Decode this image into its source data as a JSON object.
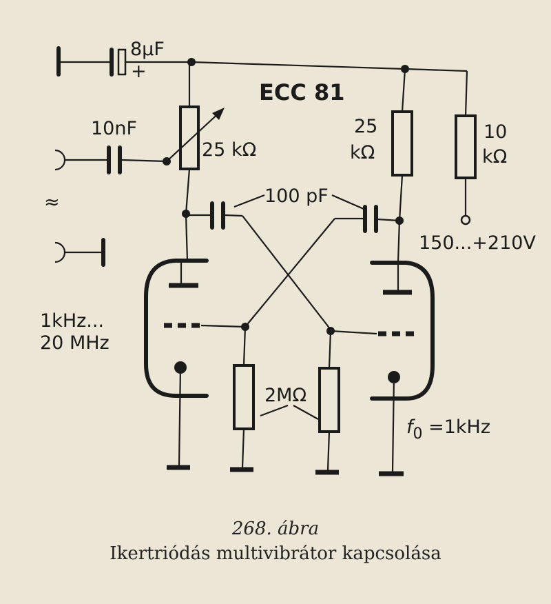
{
  "diagram": {
    "tube_type": "ECC 81",
    "coupling_cap": "8µF",
    "coupling_cap_polarity": "+",
    "input_cap": "10nF",
    "input_symbol": "≈",
    "pot": "25 kΩ",
    "plate_res_value": "25",
    "plate_res_unit": "kΩ",
    "supply_res_value": "10",
    "supply_res_unit": "kΩ",
    "cross_caps": "100 pF",
    "grid_res": "2MΩ",
    "supply_voltage": "150...+210V",
    "freq_range_line1": "1kHz...",
    "freq_range_line2": "20 MHz",
    "f0_symbol": "f",
    "f0_sub": "0",
    "f0_value": " =1kHz"
  },
  "caption": {
    "figure_number": "268. ábra",
    "title": "Ikertriódás multivibrátor kapcsolása"
  }
}
